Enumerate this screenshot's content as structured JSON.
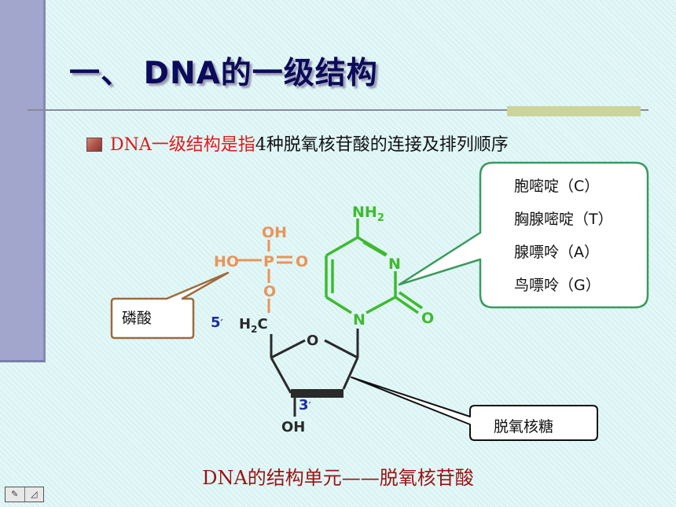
{
  "slide": {
    "title": "一、 DNA的一级结构",
    "bullet_red": "DNA一级结构是指",
    "bullet_rest": "4种脱氧核苷酸的连接及排列顺序",
    "footer": "DNA的结构单元——脱氧核苷酸"
  },
  "molecule": {
    "phosphate": {
      "oh": "OH",
      "ho": "HO",
      "p": "P",
      "o_double": "O",
      "o_bridge": "O"
    },
    "sugar": {
      "five_prime": "5",
      "three_prime": "3",
      "ch2": "H",
      "ch2_sub": "2",
      "ch2_c": "C",
      "ring_o": "O",
      "oh": "OH"
    },
    "base": {
      "nh2": "NH",
      "nh2_sub": "2",
      "n_top": "N",
      "n_bottom": "N",
      "o": "O"
    }
  },
  "callouts": {
    "phosphate_label": "磷酸",
    "sugar_label": "脱氧核糖",
    "bases": [
      "胞嘧啶（C）",
      "胸腺嘧啶（T）",
      "腺嘌呤（A）",
      "鸟嘌呤（G）"
    ]
  },
  "colors": {
    "phosphate": "#e8955a",
    "base": "#3dbb2e",
    "sugar": "#2a2a2a",
    "title": "#0b0b5b",
    "red_text": "#e0191c",
    "footer": "#9b1212",
    "callout_phosphate_border": "#9c6b3c",
    "callout_base_border": "#3a9a5c"
  },
  "nav": {
    "icon": "slide-nav-icon"
  }
}
